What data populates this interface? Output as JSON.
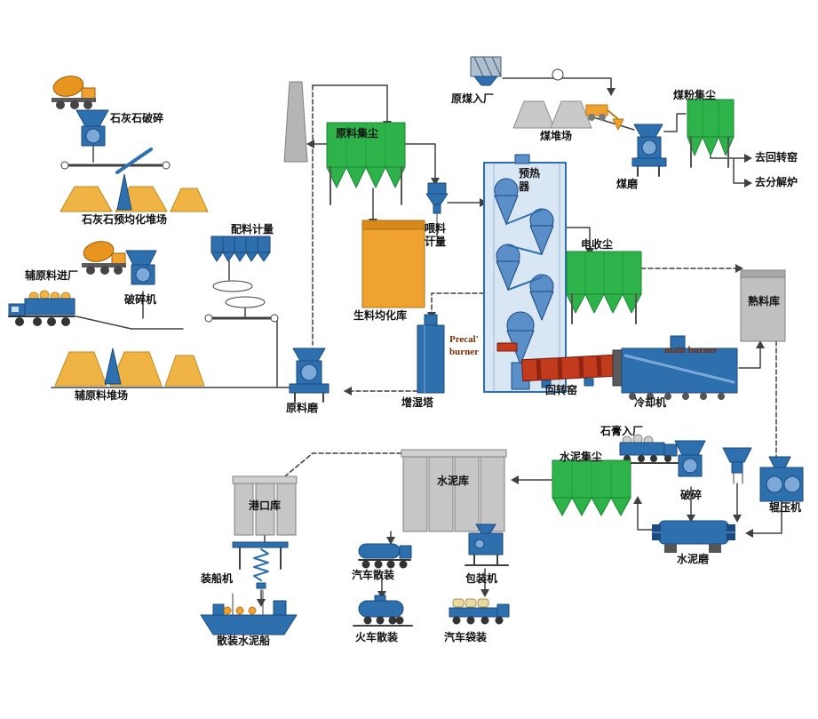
{
  "labels": {
    "limestone_crushing": "石灰石破碎",
    "limestone_preblending_yard": "石灰石预均化堆场",
    "aux_material_entry": "辅原料进厂",
    "crusher_machine": "破碎机",
    "aux_material_yard": "辅原料堆场",
    "batching_metering": "配料计量",
    "raw_dust_collector": "原料集尘",
    "raw_meal_silo": "生料均化库",
    "feeding_metering": "喂料\n计量",
    "raw_mill": "原料磨",
    "humidifying_tower": "增湿塔",
    "preheater": "预热\n器",
    "raw_coal_entry": "原煤入厂",
    "coal_yard": "煤堆场",
    "coal_dust_collector": "煤粉集尘",
    "coal_mill": "煤磨",
    "to_rotary_kiln": "去回转窑",
    "to_calciner": "去分解炉",
    "esp": "电收尘",
    "clinker_silo": "熟料库",
    "precal_burner": "Precal'\nburner",
    "main_burner": "main burner",
    "rotary_kiln": "回转窑",
    "cooler": "冷却机",
    "roller_press": "辊压机",
    "gypsum_entry": "石膏入厂",
    "cement_dust_collector": "水泥集尘",
    "crushing": "破碎",
    "cement_mill": "水泥磨",
    "cement_silo": "水泥库",
    "port_silo": "港口库",
    "ship_loader": "装船机",
    "bulk_cement_ship": "散装水泥船",
    "truck_bulk": "汽车散装",
    "train_bulk": "火车散装",
    "packing_machine": "包装机",
    "truck_bagged": "汽车袋装"
  },
  "colors": {
    "machine_blue": "#2e6fae",
    "machine_blue_light": "#7da9d8",
    "dust_collector_green": "#2db34a",
    "material_orange": "#f0a231",
    "kiln_red": "#c23b1c",
    "structure_gray": "#c0c0c0",
    "line": "#404040",
    "burner_label": "#7b2a00",
    "background": "#ffffff"
  }
}
